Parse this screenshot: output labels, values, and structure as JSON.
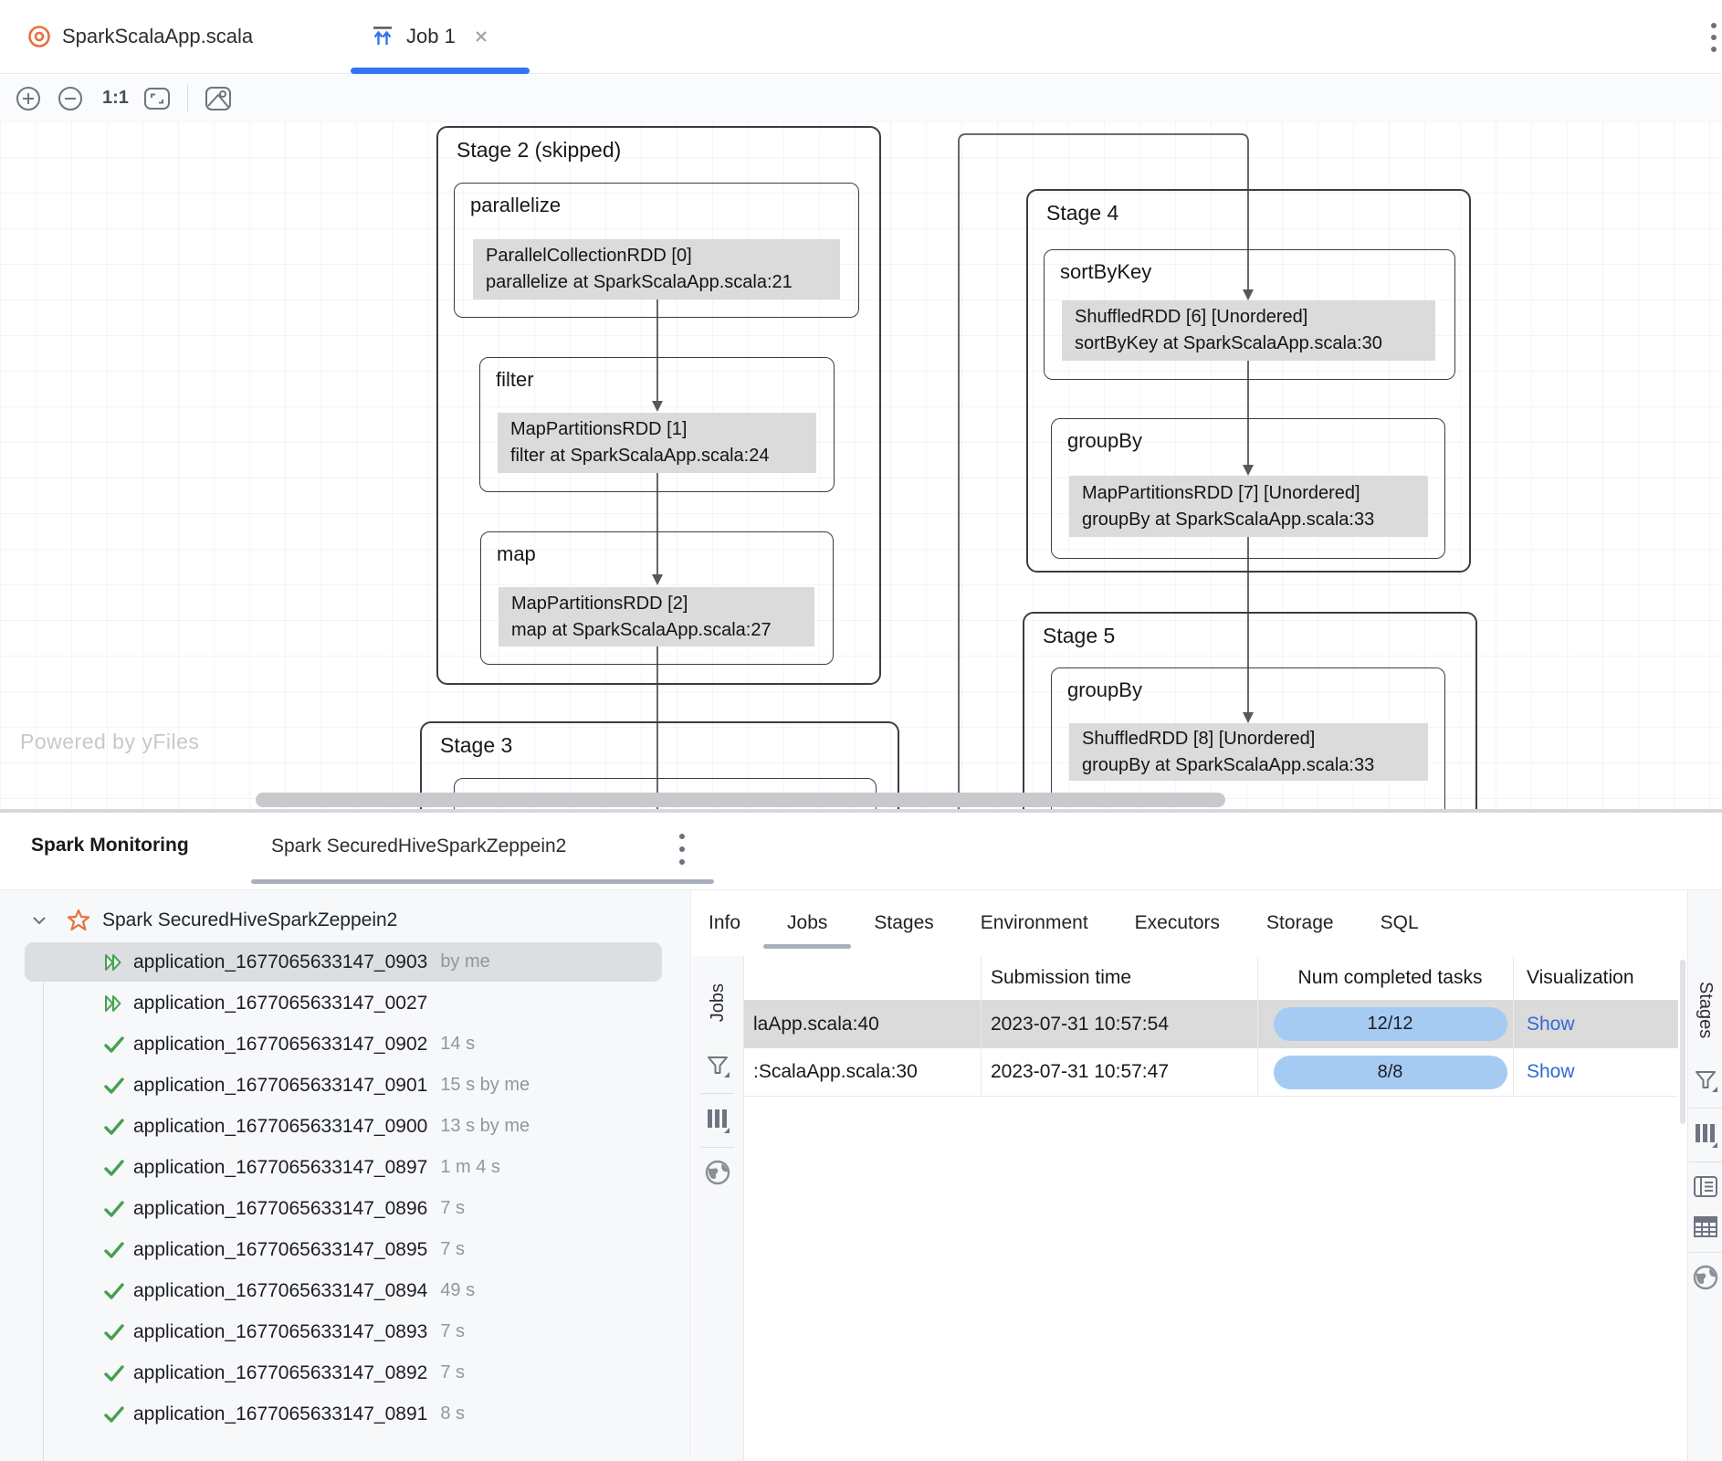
{
  "editor": {
    "file_tab": "SparkScalaApp.scala",
    "job_tab": "Job 1"
  },
  "toolbar": {
    "zoom_label": "1:1"
  },
  "dag": {
    "watermark": "Powered by yFiles",
    "s2": {
      "name": "Stage 2 (skipped)",
      "op1": {
        "label": "parallelize",
        "l1": "ParallelCollectionRDD [0]",
        "l2": "parallelize at SparkScalaApp.scala:21"
      },
      "op2": {
        "label": "filter",
        "l1": "MapPartitionsRDD [1]",
        "l2": "filter at SparkScalaApp.scala:24"
      },
      "op3": {
        "label": "map",
        "l1": "MapPartitionsRDD [2]",
        "l2": "map at SparkScalaApp.scala:27"
      }
    },
    "s3": {
      "name": "Stage 3"
    },
    "s4": {
      "name": "Stage 4",
      "op1": {
        "label": "sortByKey",
        "l1": "ShuffledRDD [6] [Unordered]",
        "l2": "sortByKey at SparkScalaApp.scala:30"
      },
      "op2": {
        "label": "groupBy",
        "l1": "MapPartitionsRDD [7] [Unordered]",
        "l2": "groupBy at SparkScalaApp.scala:33"
      }
    },
    "s5": {
      "name": "Stage 5",
      "op1": {
        "label": "groupBy",
        "l1": "ShuffledRDD [8] [Unordered]",
        "l2": "groupBy at SparkScalaApp.scala:33"
      }
    }
  },
  "monitoring": {
    "title": "Spark Monitoring",
    "connection_tab": "Spark SecuredHiveSparkZeppein2",
    "tree": {
      "root": "Spark SecuredHiveSparkZeppein2",
      "items": [
        {
          "id": "application_1677065633147_0903",
          "meta": "by me",
          "status": "submitted",
          "selected": true
        },
        {
          "id": "application_1677065633147_0027",
          "meta": "",
          "status": "submitted"
        },
        {
          "id": "application_1677065633147_0902",
          "meta": "14 s",
          "status": "done"
        },
        {
          "id": "application_1677065633147_0901",
          "meta": "15 s by me",
          "status": "done"
        },
        {
          "id": "application_1677065633147_0900",
          "meta": "13 s by me",
          "status": "done"
        },
        {
          "id": "application_1677065633147_0897",
          "meta": "1 m 4 s",
          "status": "done"
        },
        {
          "id": "application_1677065633147_0896",
          "meta": "7 s",
          "status": "done"
        },
        {
          "id": "application_1677065633147_0895",
          "meta": "7 s",
          "status": "done"
        },
        {
          "id": "application_1677065633147_0894",
          "meta": "49 s",
          "status": "done"
        },
        {
          "id": "application_1677065633147_0893",
          "meta": "7 s",
          "status": "done"
        },
        {
          "id": "application_1677065633147_0892",
          "meta": "7 s",
          "status": "done"
        },
        {
          "id": "application_1677065633147_0891",
          "meta": "8 s",
          "status": "done"
        }
      ]
    },
    "tabs": [
      "Info",
      "Jobs",
      "Stages",
      "Environment",
      "Executors",
      "Storage",
      "SQL"
    ],
    "active_tab": "Jobs",
    "jobs_stripe": "Jobs",
    "stages_stripe": "Stages",
    "table": {
      "columns": {
        "job": "",
        "time": "Submission time",
        "tasks": "Num completed tasks",
        "viz": "Visualization"
      },
      "rows": [
        {
          "job": "laApp.scala:40",
          "time": "2023-07-31 10:57:54",
          "tasks": "12/12",
          "action": "Show"
        },
        {
          "job": ":ScalaApp.scala:30",
          "time": "2023-07-31 10:57:47",
          "tasks": "8/8",
          "action": "Show"
        }
      ]
    }
  }
}
